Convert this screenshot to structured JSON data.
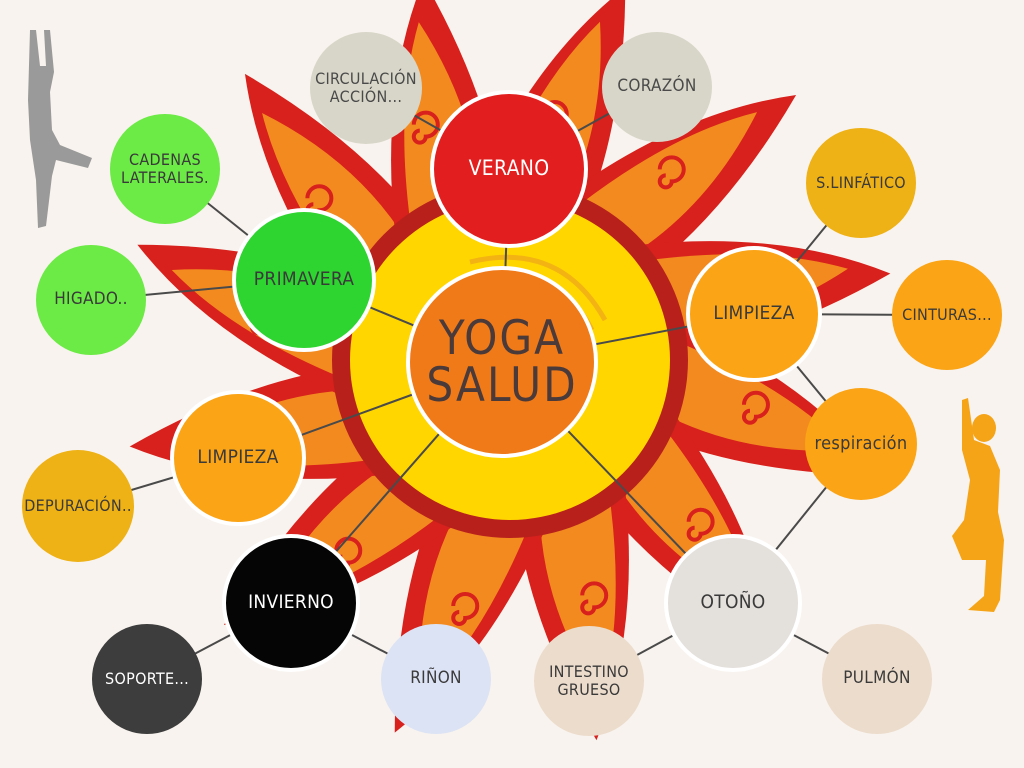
{
  "diagram": {
    "center": {
      "label": "YOGA\nSALUD",
      "color": "#f07a18",
      "text_color": "#4a3a3a"
    },
    "colors": {
      "background": "#f8f3ee",
      "sun_ray_outer": "#d8201c",
      "sun_ray_inner": "#f38a20",
      "sun_ring": "#b8201c",
      "sun_core": "#ffd600",
      "connector": "#4a4a4a",
      "silhouette_left": "#9a9a9a",
      "silhouette_right": "#f5a418"
    },
    "nodes": [
      {
        "id": "verano",
        "label": "VERANO",
        "color": "#e31e1e",
        "text_color": "#ffffff",
        "border": "#ffffff"
      },
      {
        "id": "circulacion",
        "label": "CIRCULACIÓN\nACCIÓN...",
        "color": "#d8d6c8",
        "text_color": "#4a4a4a",
        "border": ""
      },
      {
        "id": "corazon",
        "label": "CORAZÓN",
        "color": "#d8d6c8",
        "text_color": "#4a4a4a",
        "border": ""
      },
      {
        "id": "primavera",
        "label": "PRIMAVERA",
        "color": "#2ed430",
        "text_color": "#3a3a3a",
        "border": "#ffffff"
      },
      {
        "id": "cadenas",
        "label": "CADENAS\nLATERALES.",
        "color": "#6cea46",
        "text_color": "#3a3a3a",
        "border": ""
      },
      {
        "id": "higado",
        "label": "HIGADO..",
        "color": "#6cea46",
        "text_color": "#3a3a3a",
        "border": ""
      },
      {
        "id": "limpieza_right",
        "label": "LIMPIEZA",
        "color": "#fba415",
        "text_color": "#3a3a3a",
        "border": "#ffffff"
      },
      {
        "id": "linfatico",
        "label": "S.LINFÁTICO",
        "color": "#eeb116",
        "text_color": "#3a3a3a",
        "border": ""
      },
      {
        "id": "cinturas",
        "label": "CINTURAS...",
        "color": "#fba415",
        "text_color": "#3a3a3a",
        "border": ""
      },
      {
        "id": "respiracion",
        "label": "respiración",
        "color": "#fba415",
        "text_color": "#3a3a3a",
        "border": ""
      },
      {
        "id": "limpieza_left",
        "label": "LIMPIEZA",
        "color": "#fba415",
        "text_color": "#3a3a3a",
        "border": "#ffffff"
      },
      {
        "id": "depuracion",
        "label": "DEPURACIÓN..",
        "color": "#eeb116",
        "text_color": "#3a3a3a",
        "border": ""
      },
      {
        "id": "invierno",
        "label": "INVIERNO",
        "color": "#050505",
        "text_color": "#ffffff",
        "border": "#ffffff"
      },
      {
        "id": "soporte",
        "label": "SOPORTE...",
        "color": "#3d3d3d",
        "text_color": "#ffffff",
        "border": ""
      },
      {
        "id": "rinon",
        "label": "RIÑON",
        "color": "#dce3f5",
        "text_color": "#3a3a3a",
        "border": ""
      },
      {
        "id": "otono",
        "label": "OTOÑO",
        "color": "#e4e0dc",
        "text_color": "#3a3a3a",
        "border": "#ffffff"
      },
      {
        "id": "intestino",
        "label": "INTESTINO\nGRUESO",
        "color": "#ecdccc",
        "text_color": "#3a3a3a",
        "border": ""
      },
      {
        "id": "pulmon",
        "label": "PULMÓN",
        "color": "#ecdccc",
        "text_color": "#3a3a3a",
        "border": ""
      }
    ],
    "edges": [
      [
        "center",
        "verano"
      ],
      [
        "center",
        "primavera"
      ],
      [
        "center",
        "limpieza_right"
      ],
      [
        "center",
        "limpieza_left"
      ],
      [
        "center",
        "invierno"
      ],
      [
        "center",
        "otono"
      ],
      [
        "verano",
        "circulacion"
      ],
      [
        "verano",
        "corazon"
      ],
      [
        "primavera",
        "cadenas"
      ],
      [
        "primavera",
        "higado"
      ],
      [
        "limpieza_right",
        "linfatico"
      ],
      [
        "limpieza_right",
        "cinturas"
      ],
      [
        "limpieza_right",
        "respiracion"
      ],
      [
        "limpieza_left",
        "depuracion"
      ],
      [
        "invierno",
        "soporte"
      ],
      [
        "invierno",
        "rinon"
      ],
      [
        "otono",
        "intestino"
      ],
      [
        "otono",
        "pulmon"
      ],
      [
        "otono",
        "respiracion"
      ]
    ]
  }
}
